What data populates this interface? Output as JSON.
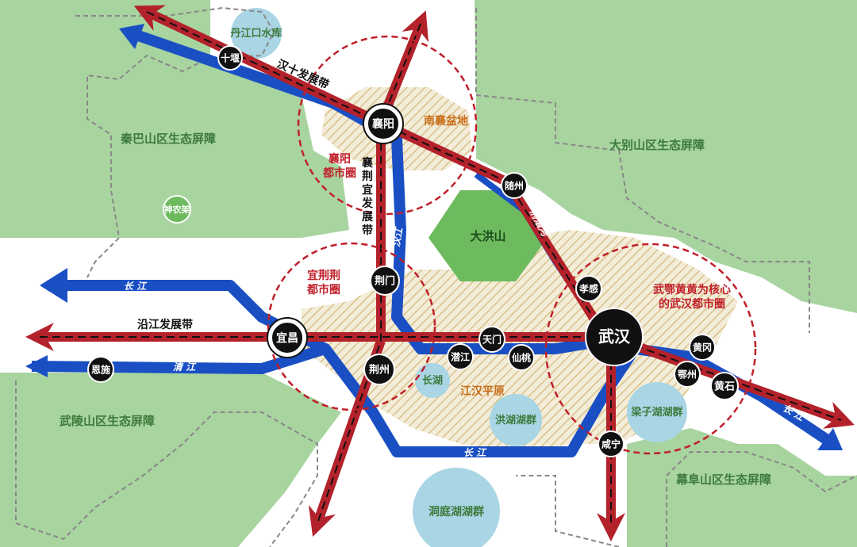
{
  "colors": {
    "green_region": "#a8d4a0",
    "dark_green": "#6dbb5e",
    "water": "#a9d5e4",
    "yangtze_blue": "#1a4fc4",
    "corridor_red": "#b3222b",
    "circle_red": "#c0202a",
    "hatch": "#d9c18a",
    "text_green": "#3c7a3b",
    "text_red": "#c0202a",
    "text_orange": "#c8701a",
    "city_black": "#111111"
  },
  "ecological_barriers": {
    "qinba": "秦巴山区生态屏障",
    "dabie": "大别山区生态屏障",
    "wuling": "武陵山区生态屏障",
    "mufu": "幕阜山区生态屏障"
  },
  "mountains": {
    "shennongjia": "神农架",
    "dahongshan": "大洪山"
  },
  "water_bodies": {
    "danjiangkou": "丹江口水库",
    "changhu": "长湖",
    "honghu_lakes": "洪湖湖群",
    "liangzi_lakes": "梁子湖湖群",
    "dongting_lakes": "洞庭湖湖群"
  },
  "rivers": {
    "yangtze_west": "长 江",
    "yangtze_south": "长 江",
    "yangtze_east": "长 江",
    "qingjiang": "清 江",
    "hanjiang": "汉江",
    "fuhuan": "府澴河"
  },
  "corridors": {
    "hanshi": "汉十发展带",
    "xiangjingyi": "襄荆宜发展带",
    "yanjiang": "沿江发展带"
  },
  "plains": {
    "nanxiang": "南襄盆地",
    "jianghan": "江汉平原"
  },
  "metro_circles": {
    "xiangyang": "襄阳\n都市圈",
    "yijingjing": "宜荆荆\n都市圈",
    "wuhan": "武鄂黄黄为核心\n的武汉都市圈"
  },
  "cities": {
    "shiyan": "十堰",
    "xiangyang": "襄阳",
    "suizhou": "随州",
    "jingmen": "荆门",
    "xiaogan": "孝感",
    "yichang": "宜昌",
    "enshi": "恩施",
    "jingzhou": "荆州",
    "tianmen": "天门",
    "qianjiang": "潜江",
    "xiantao": "仙桃",
    "wuhan": "武汉",
    "huanggang": "黄冈",
    "ezhou": "鄂州",
    "huangshi": "黄石",
    "xianning": "咸宁"
  }
}
